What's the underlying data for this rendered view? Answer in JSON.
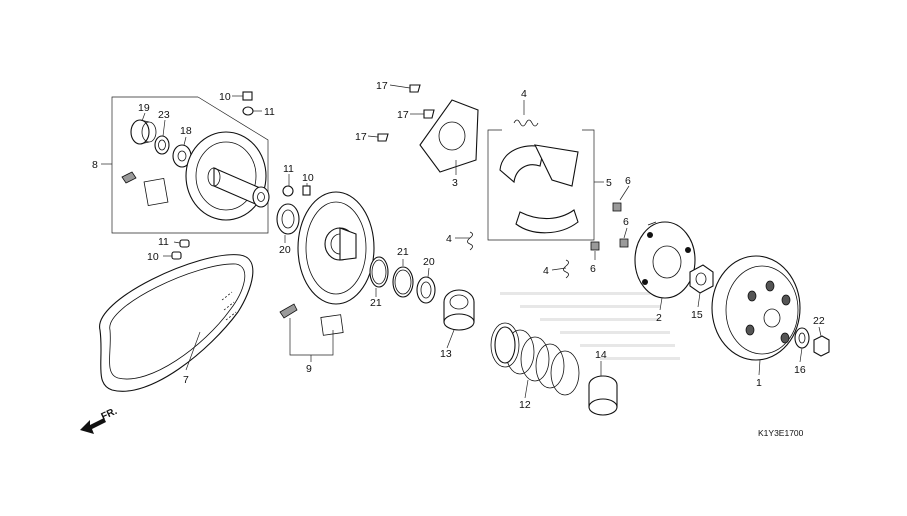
{
  "diagram_code": "K1Y3E1700",
  "front_arrow_label": "FR.",
  "callouts": {
    "p1": "1",
    "p2": "2",
    "p3": "3",
    "p4a": "4",
    "p4b": "4",
    "p4c": "4",
    "p5": "5",
    "p6a": "6",
    "p6b": "6",
    "p6c": "6",
    "p7": "7",
    "p8": "8",
    "p9": "9",
    "p10a": "10",
    "p10b": "10",
    "p10c": "10",
    "p11a": "11",
    "p11b": "11",
    "p11c": "11",
    "p12": "12",
    "p13": "13",
    "p14": "14",
    "p15": "15",
    "p16": "16",
    "p17a": "17",
    "p17b": "17",
    "p17c": "17",
    "p18": "18",
    "p19": "19",
    "p20a": "20",
    "p20b": "20",
    "p21a": "21",
    "p21b": "21",
    "p22": "22",
    "p23": "23"
  }
}
